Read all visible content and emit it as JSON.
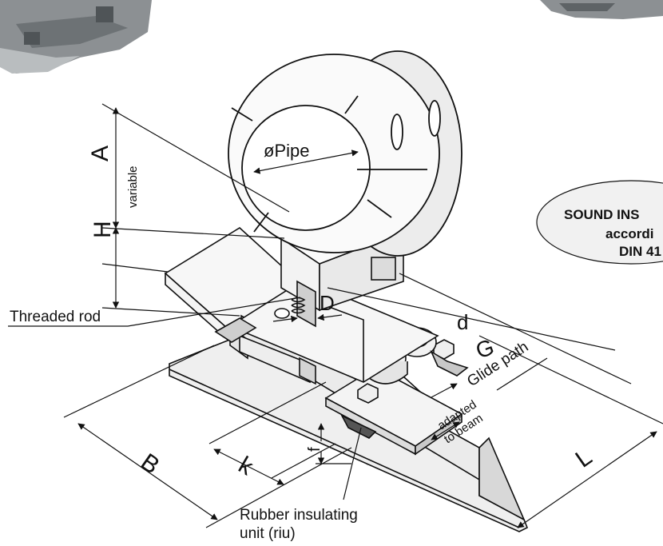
{
  "labels": {
    "dim_a": "A",
    "variable": "variable",
    "dim_h": "H",
    "pipe": "øPipe",
    "dim_d_upper": "D",
    "threaded_rod": "Threaded rod",
    "dim_d_lower": "d",
    "dim_g": "G",
    "glide_path": "Glide path",
    "adapted_line1": "adapted",
    "adapted_line2": "to beam",
    "dim_b": "B",
    "dim_k": "k",
    "dim_f": "f",
    "dim_l": "L",
    "rubber_line1": "Rubber insulating",
    "rubber_line2": "unit (riu)"
  },
  "badge": {
    "line1": "SOUND INS",
    "line2": "accordi",
    "line3": "DIN 41"
  },
  "colors": {
    "line": "#111111",
    "metal_light": "#f4f4f4",
    "metal_dark": "#9a9a9a",
    "photo_grey": "#8c9093",
    "badge_fill": "#f1f1f1"
  }
}
